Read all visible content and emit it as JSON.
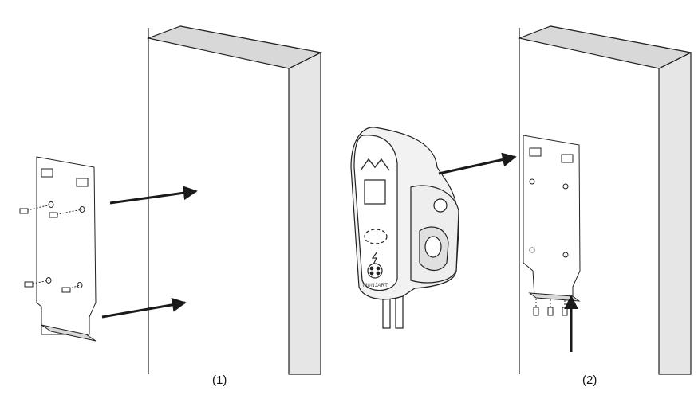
{
  "steps": [
    {
      "label": "(1)"
    },
    {
      "label": "(2)"
    }
  ],
  "charger": {
    "brand": "MUNJART"
  }
}
